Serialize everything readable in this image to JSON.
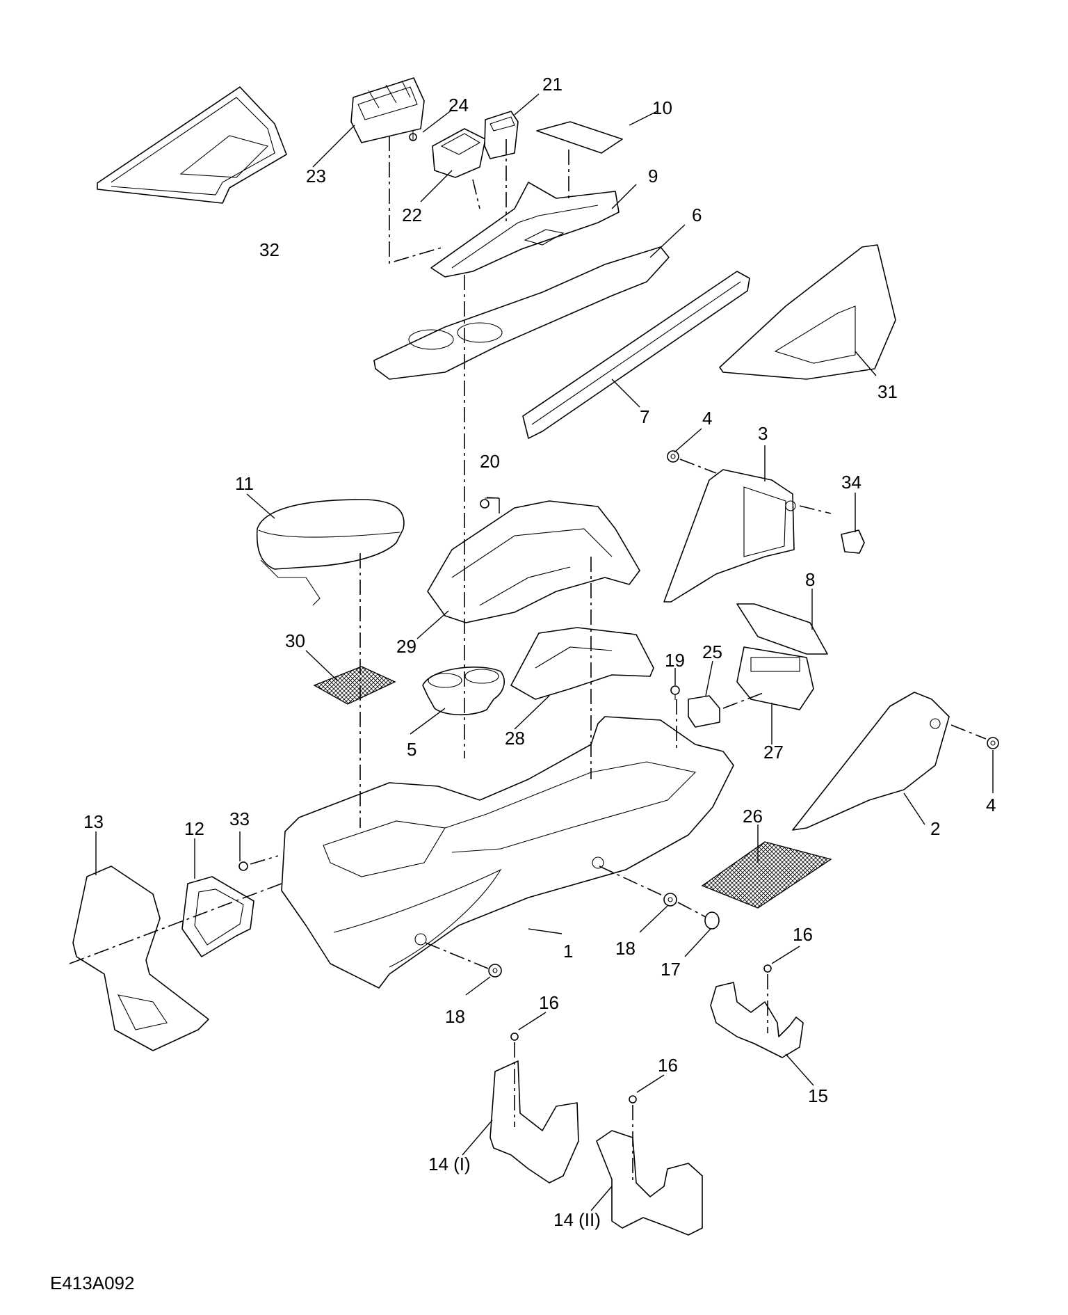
{
  "figure_code": "E413A092",
  "callouts": [
    {
      "id": "c1",
      "text": "1"
    },
    {
      "id": "c2",
      "text": "2"
    },
    {
      "id": "c3",
      "text": "3"
    },
    {
      "id": "c4a",
      "text": "4"
    },
    {
      "id": "c4b",
      "text": "4"
    },
    {
      "id": "c5",
      "text": "5"
    },
    {
      "id": "c6",
      "text": "6"
    },
    {
      "id": "c7",
      "text": "7"
    },
    {
      "id": "c8",
      "text": "8"
    },
    {
      "id": "c9",
      "text": "9"
    },
    {
      "id": "c10",
      "text": "10"
    },
    {
      "id": "c11",
      "text": "11"
    },
    {
      "id": "c12",
      "text": "12"
    },
    {
      "id": "c13",
      "text": "13"
    },
    {
      "id": "c14a",
      "text": "14 (I)"
    },
    {
      "id": "c14b",
      "text": "14 (II)"
    },
    {
      "id": "c15",
      "text": "15"
    },
    {
      "id": "c16a",
      "text": "16"
    },
    {
      "id": "c16b",
      "text": "16"
    },
    {
      "id": "c16c",
      "text": "16"
    },
    {
      "id": "c17",
      "text": "17"
    },
    {
      "id": "c18a",
      "text": "18"
    },
    {
      "id": "c18b",
      "text": "18"
    },
    {
      "id": "c19",
      "text": "19"
    },
    {
      "id": "c20",
      "text": "20"
    },
    {
      "id": "c21",
      "text": "21"
    },
    {
      "id": "c22",
      "text": "22"
    },
    {
      "id": "c23",
      "text": "23"
    },
    {
      "id": "c24",
      "text": "24"
    },
    {
      "id": "c25",
      "text": "25"
    },
    {
      "id": "c26",
      "text": "26"
    },
    {
      "id": "c27",
      "text": "27"
    },
    {
      "id": "c28",
      "text": "28"
    },
    {
      "id": "c29",
      "text": "29"
    },
    {
      "id": "c30",
      "text": "30"
    },
    {
      "id": "c31",
      "text": "31"
    },
    {
      "id": "c32",
      "text": "32"
    },
    {
      "id": "c33",
      "text": "33"
    },
    {
      "id": "c34",
      "text": "34"
    }
  ]
}
